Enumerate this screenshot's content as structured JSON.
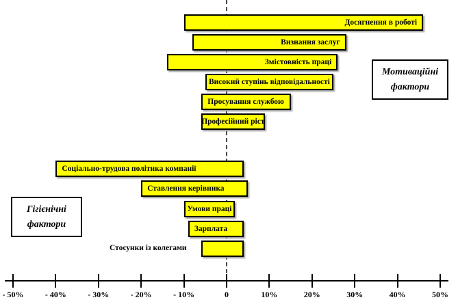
{
  "chart_data": {
    "type": "bar",
    "orientation": "horizontal",
    "title": "",
    "axis": {
      "unit": "%",
      "min": -50,
      "max": 50,
      "ticks": [
        {
          "value": -50,
          "label": "- 50%"
        },
        {
          "value": -40,
          "label": "- 40%"
        },
        {
          "value": -30,
          "label": "- 30%"
        },
        {
          "value": -20,
          "label": "- 20%"
        },
        {
          "value": -10,
          "label": "- 10%"
        },
        {
          "value": 0,
          "label": "0"
        },
        {
          "value": 10,
          "label": "10%"
        },
        {
          "value": 20,
          "label": "20%"
        },
        {
          "value": 30,
          "label": "30%"
        },
        {
          "value": 40,
          "label": "40%"
        },
        {
          "value": 50,
          "label": "50%"
        }
      ]
    },
    "groups": [
      {
        "name": "Мотиваційні фактори",
        "box_label_lines": [
          "Мотиваційні",
          "фактори"
        ],
        "bars": [
          {
            "label": "Досягнення в роботі",
            "from": -10,
            "to": 46,
            "label_align": "right"
          },
          {
            "label": "Визнання заслуг",
            "from": -8,
            "to": 28,
            "label_align": "right"
          },
          {
            "label": "Змістовність праці",
            "from": -14,
            "to": 26,
            "label_align": "right"
          },
          {
            "label": "Високий ступінь відповідальності",
            "from": -5,
            "to": 25,
            "label_align": "center"
          },
          {
            "label": "Просування службою",
            "from": -6,
            "to": 15,
            "label_align": "center"
          },
          {
            "label": "Професійний ріст",
            "from": -6,
            "to": 9,
            "label_align": "center"
          }
        ]
      },
      {
        "name": "Гігієнічні фактори",
        "box_label_lines": [
          "Гігієнічні",
          "фактори"
        ],
        "bars": [
          {
            "label": "Соціально-трудова політика компанії",
            "from": -40,
            "to": 4,
            "label_align": "left"
          },
          {
            "label": "Ставлення керівника",
            "from": -20,
            "to": 5,
            "label_align": "left"
          },
          {
            "label": "Умови праці",
            "from": -10,
            "to": 2,
            "label_align": "center"
          },
          {
            "label": "Зарплата",
            "from": -9,
            "to": 4,
            "label_align": "left"
          },
          {
            "label": "Стосунки із колегами",
            "from": -6,
            "to": 4,
            "label_align": "outside-left"
          }
        ]
      }
    ],
    "colors": {
      "bar_fill": "#FFFF00",
      "bar_border": "#000000",
      "axis": "#000000",
      "dashed_line": "#4a4a4a",
      "background": "#FFFFFF"
    }
  }
}
